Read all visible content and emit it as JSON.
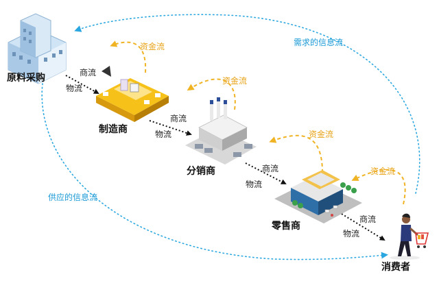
{
  "nodes": {
    "raw": "原料采购",
    "mfr": "制造商",
    "dist": "分销商",
    "retail": "零售商",
    "consumer": "消费者"
  },
  "flows": {
    "commerce": "商流",
    "logistics": "物流",
    "capital": "资金流",
    "demand_info": "需求的信息流",
    "supply_info": "供应的信息流"
  },
  "colors": {
    "capital": "#f0b323",
    "info": "#2aa7e0",
    "goods": "#111111"
  }
}
